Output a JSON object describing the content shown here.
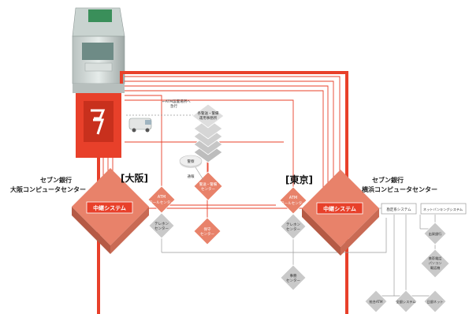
{
  "osaka": {
    "bank_line1": "セブン銀行",
    "bank_line2": "大阪コンピュータセンター",
    "bracket": "[大阪]",
    "core": "中継システム",
    "atm_call": [
      "ATM",
      "コールセンター"
    ],
    "telecom": [
      "テレホン",
      "センター"
    ]
  },
  "tokyo": {
    "bank_line1": "セブン銀行",
    "bank_line2": "横浜コンピュータセンター",
    "bracket": "[東京]",
    "core": "中継システム",
    "atm_call": [
      "ATM",
      "コールセンター"
    ],
    "telecom": [
      "テレホン",
      "センター"
    ]
  },
  "center_nodes": {
    "security_center": [
      "警送・警備",
      "センター"
    ],
    "ops_office": [
      "各警送・警備",
      "運用事務所"
    ],
    "guard": [
      "保守",
      "センター"
    ],
    "jimu": [
      "事務",
      "センター"
    ]
  },
  "annotations": {
    "atm_dispatch": [
      "←ATM設置場所へ",
      "急行"
    ],
    "police": "警察",
    "notify": "通報"
  },
  "right_systems": {
    "accounting": "勘定系システム",
    "netbanking": "ネットバンキングシステム",
    "partners": "出資銀行",
    "mobile": [
      "携帯電話",
      "パソコン",
      "電話機"
    ],
    "atm_total": "統合ATM",
    "zengin": "全銀システム",
    "nikkei": "日銀ネット"
  },
  "colors": {
    "accent_red": "#e8402a",
    "node_salmon": "#e8826a",
    "node_grey": "#c9c9c9"
  }
}
